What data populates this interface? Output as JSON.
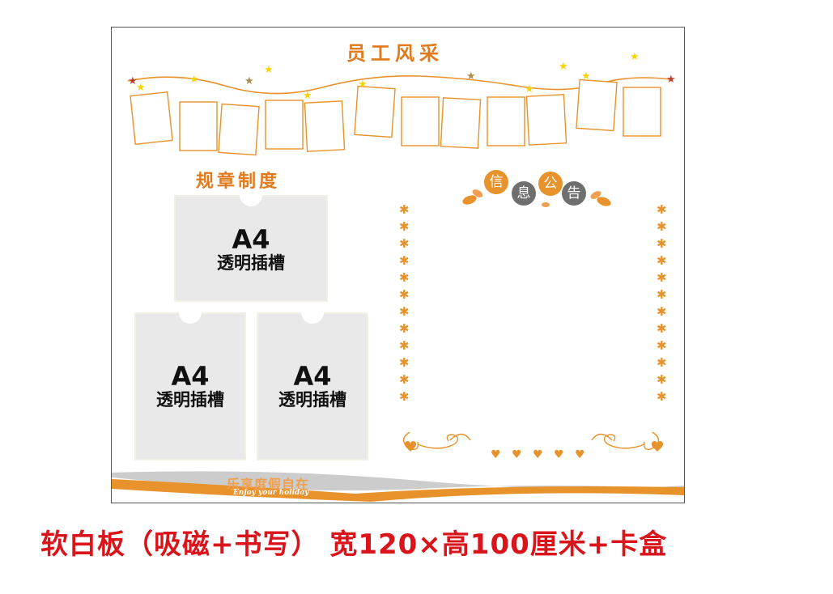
{
  "board": {
    "staff_title": "员工风采",
    "rules_title": "规章制度",
    "slot_size": "A4",
    "slot_label": "透明插槽",
    "notice_chars": [
      "信",
      "息",
      "公",
      "告"
    ],
    "slogan_cn": "乐享度假自在",
    "slogan_en": "Enjoy your holiday"
  },
  "caption": "软白板（吸磁+书写） 宽120×高100厘米+卡盒",
  "colors": {
    "accent": "#e07b1d",
    "orange_light": "#f0a050",
    "gray_bubble": "#6f6f6f",
    "caption": "#d9141b",
    "slot_fill": "#e9e9e9"
  }
}
